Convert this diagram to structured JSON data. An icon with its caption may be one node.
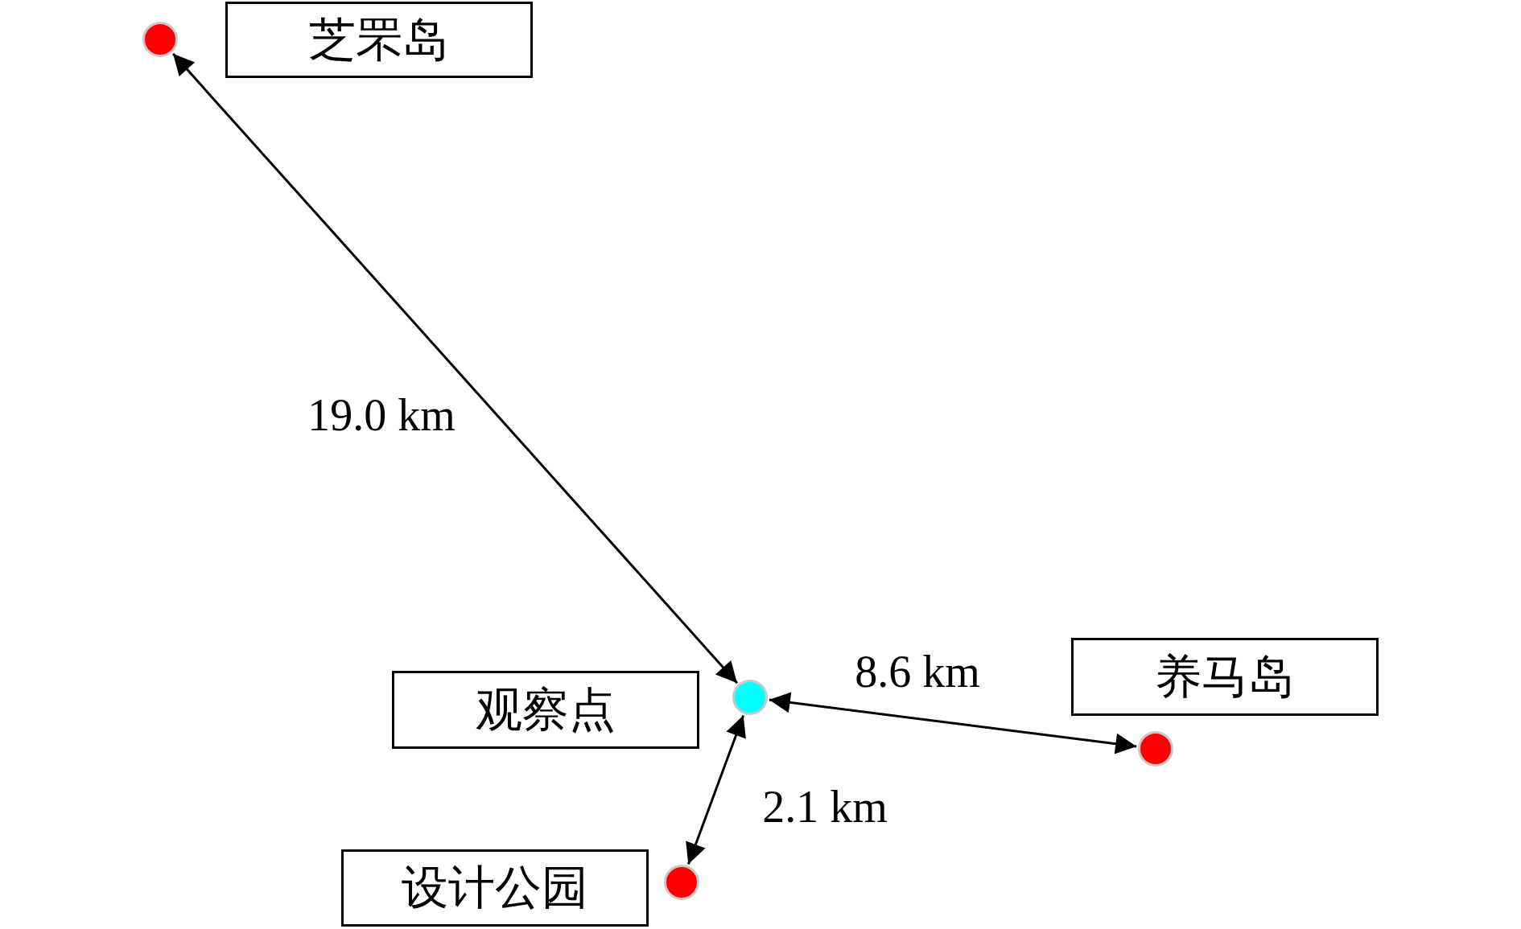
{
  "diagram": {
    "nodes": [
      {
        "text": [
          "芝罘岛"
        ]
      },
      {
        "text": [],
        "shape": "circle"
      },
      {
        "text": [
          "观察点"
        ]
      },
      {
        "text": [],
        "shape": "circle"
      },
      {
        "text": [
          "养马岛"
        ]
      },
      {
        "text": [],
        "shape": "circle"
      },
      {
        "text": [
          "设计公园"
        ]
      },
      {
        "text": [],
        "shape": "circle"
      }
    ],
    "edges": [
      {
        "from": 3,
        "to": 1,
        "arrow": "both",
        "label": "19.0 km"
      },
      {
        "from": 3,
        "to": 5,
        "arrow": "both",
        "label": "8.6 km"
      },
      {
        "from": 3,
        "to": 7,
        "arrow": "both",
        "label": "2.1 km"
      }
    ]
  }
}
